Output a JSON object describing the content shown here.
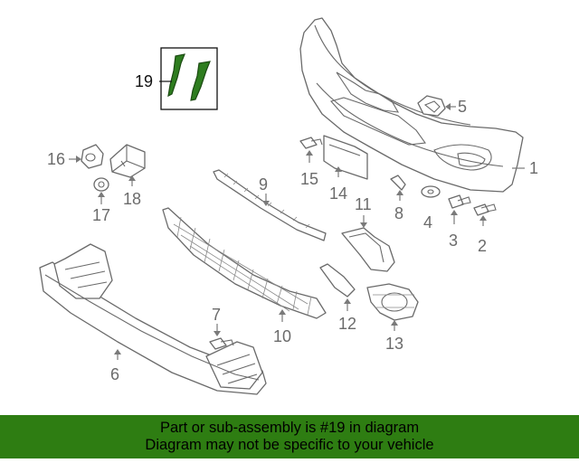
{
  "diagram": {
    "callouts": {
      "c1": "1",
      "c2": "2",
      "c3": "3",
      "c4": "4",
      "c5": "5",
      "c6": "6",
      "c7": "7",
      "c8": "8",
      "c9": "9",
      "c10": "10",
      "c11": "11",
      "c12": "12",
      "c13": "13",
      "c14": "14",
      "c15": "15",
      "c16": "16",
      "c17": "17",
      "c18": "18",
      "c19": "19"
    },
    "highlighted_part": "19",
    "highlight_color": "#2e7d1f"
  },
  "banner": {
    "line1": "Part or sub-assembly is #19 in diagram",
    "line2": "Diagram may not be specific to your vehicle",
    "background": "#2e7d12"
  }
}
